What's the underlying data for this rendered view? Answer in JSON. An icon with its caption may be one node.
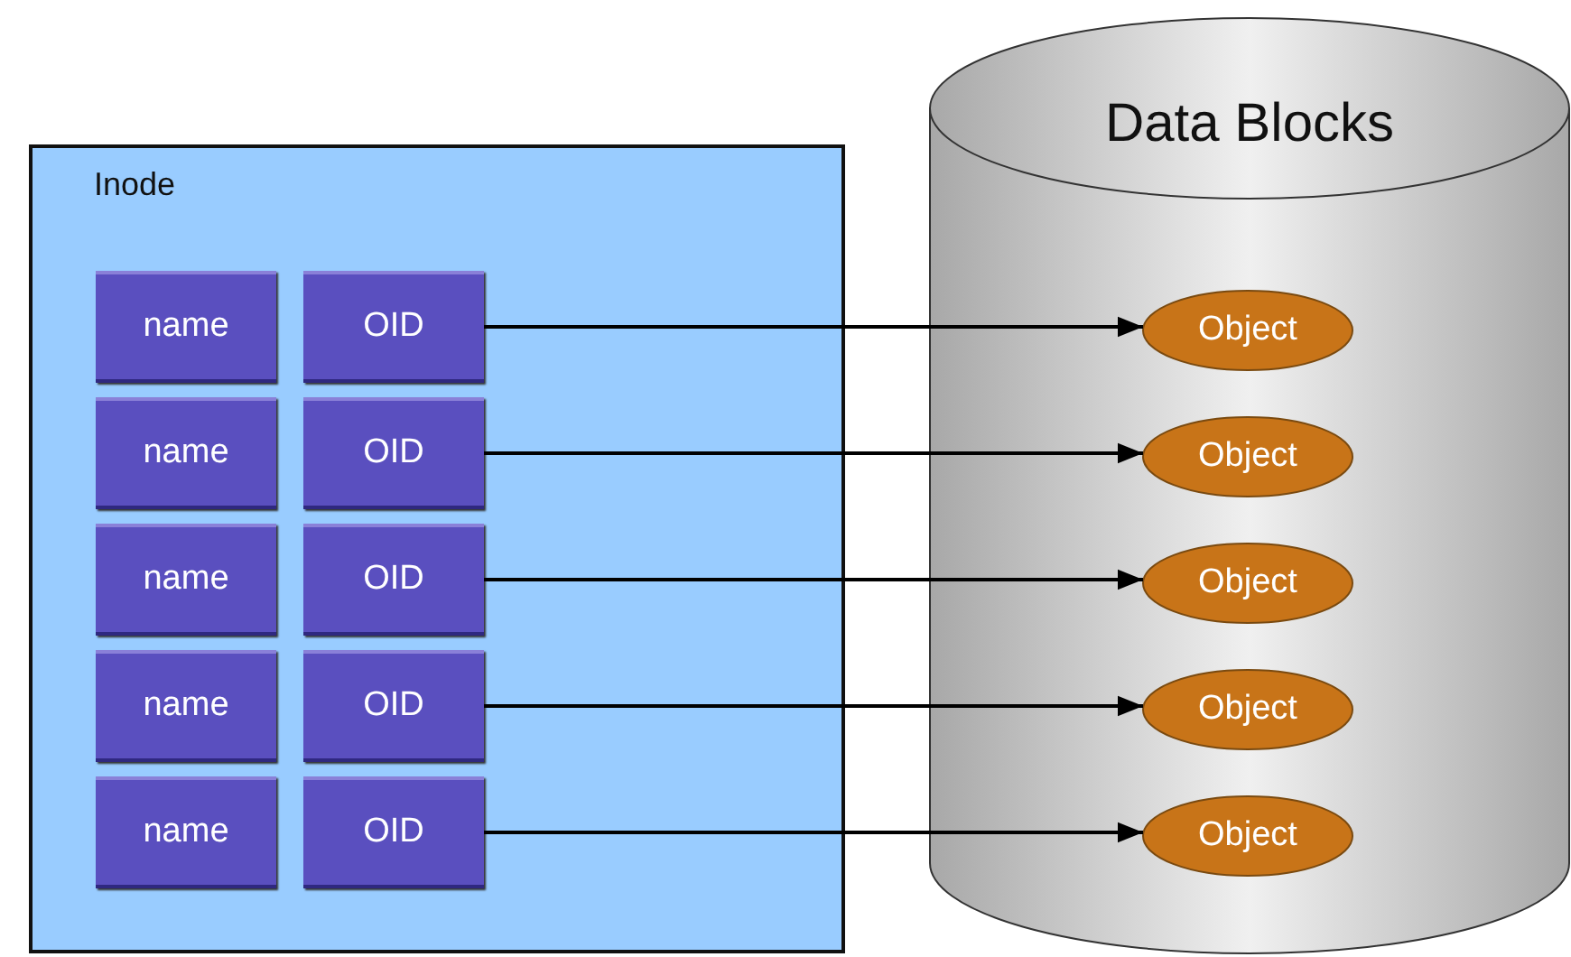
{
  "diagram": {
    "nodes": [
      {
        "text": [
          "Inode"
        ]
      },
      {
        "text": [
          "name"
        ],
        "in": 0
      },
      {
        "text": [
          "OID"
        ],
        "in": 0
      },
      {
        "text": [
          "name"
        ],
        "in": 0
      },
      {
        "text": [
          "OID"
        ],
        "in": 0
      },
      {
        "text": [
          "name"
        ],
        "in": 0
      },
      {
        "text": [
          "OID"
        ],
        "in": 0
      },
      {
        "text": [
          "name"
        ],
        "in": 0
      },
      {
        "text": [
          "OID"
        ],
        "in": 0
      },
      {
        "text": [
          "name"
        ],
        "in": 0
      },
      {
        "text": [
          "OID"
        ],
        "in": 0
      },
      {
        "text": [
          "Data Blocks"
        ]
      },
      {
        "text": [
          "Object"
        ],
        "in": 11
      },
      {
        "text": [
          "Object"
        ],
        "in": 11
      },
      {
        "text": [
          "Object"
        ],
        "in": 11
      },
      {
        "text": [
          "Object"
        ],
        "in": 11
      },
      {
        "text": [
          "Object"
        ],
        "in": 11
      }
    ],
    "edges": [
      {
        "from": 2,
        "to": 12,
        "arrow": "to"
      },
      {
        "from": 4,
        "to": 13,
        "arrow": "to"
      },
      {
        "from": 6,
        "to": 14,
        "arrow": "to"
      },
      {
        "from": 8,
        "to": 15,
        "arrow": "to"
      },
      {
        "from": 10,
        "to": 16,
        "arrow": "to"
      }
    ]
  }
}
